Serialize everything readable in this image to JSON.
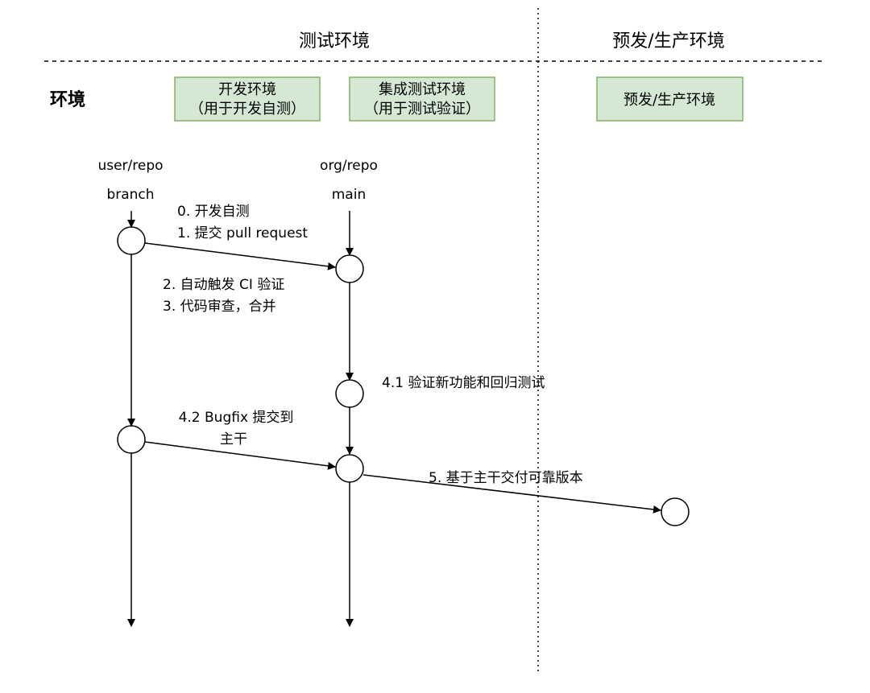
{
  "sections": {
    "test_env_title": "测试环境",
    "preprod_env_title": "预发/生产环境"
  },
  "env_row": {
    "label": "环境",
    "dev_box": {
      "line1": "开发环境",
      "line2": "（用于开发自测）"
    },
    "integration_box": {
      "line1": "集成测试环境",
      "line2": "（用于测试验证）"
    },
    "preprod_box": {
      "line1": "预发/生产环境"
    }
  },
  "lanes": {
    "user_repo": {
      "name": "user/repo",
      "branch": "branch"
    },
    "org_repo": {
      "name": "org/repo",
      "branch": "main"
    }
  },
  "steps": {
    "s0": "0. 开发自测",
    "s1": "1. 提交 pull request",
    "s2": "2. 自动触发 CI 验证",
    "s3": "3. 代码审查，合并",
    "s41": "4.1 验证新功能和回归测试",
    "s42_line1": "4.2 Bugfix 提交到",
    "s42_line2": "主干",
    "s5": "5. 基于主干交付可靠版本"
  },
  "colors": {
    "box_fill": "#d5e8d4",
    "box_stroke": "#82b366",
    "line": "#000000"
  }
}
